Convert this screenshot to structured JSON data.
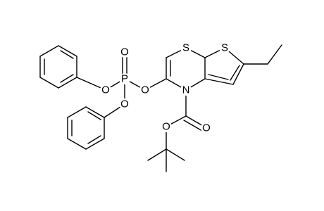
{
  "atoms": {
    "phosphorus": "P",
    "phosphoryl_oxygen": "O",
    "ester_oxygen_ring": "O",
    "ester_oxygen_phenyl_1": "O",
    "ester_oxygen_phenyl_2": "O",
    "thiazine_sulfur": "S",
    "thiophene_sulfur": "S",
    "ring_nitrogen": "N",
    "carbamate_carbonyl_oxygen": "O",
    "carbamate_ester_oxygen": "O"
  }
}
